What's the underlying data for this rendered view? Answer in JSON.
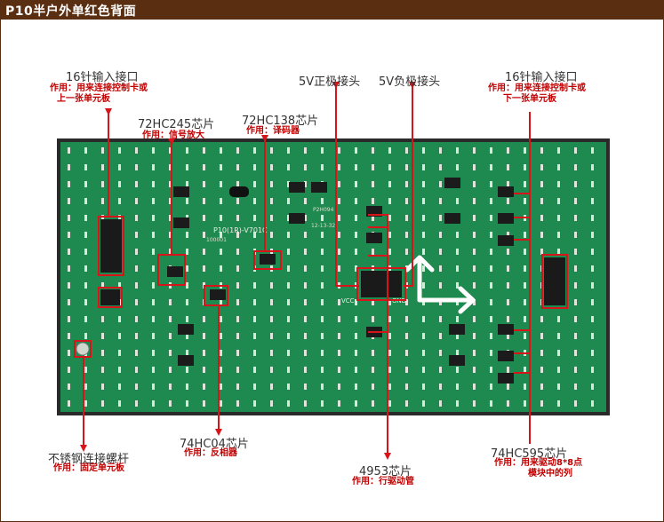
{
  "header": {
    "title": "P10半户外单红色背面"
  },
  "board": {
    "model": "P10(1R)-V701C",
    "code1": "P2H094",
    "code2": "12-13-32",
    "vcc": "VCC",
    "gnd": "GND",
    "lot": "100001"
  },
  "labels": {
    "in_left": {
      "name": "16针输入接口",
      "sub1": "作用：用来连接控制卡或",
      "sub2": "上一张单元板"
    },
    "chip245": {
      "name": "72HC245芯片",
      "sub1": "作用：信号放大"
    },
    "chip138": {
      "name": "72HC138芯片",
      "sub1": "作用：译码器"
    },
    "pos5v": {
      "name": "5V正极接头"
    },
    "neg5v": {
      "name": "5V负极接头"
    },
    "in_right": {
      "name": "16针输入接口",
      "sub1": "作用：用来连接控制卡或",
      "sub2": "下一张单元板"
    },
    "screw": {
      "name": "不锈钢连接螺杆",
      "sub1": "作用：固定单元板"
    },
    "chip04": {
      "name": "74HC04芯片",
      "sub1": "作用：反相器"
    },
    "chip4953": {
      "name": "4953芯片",
      "sub1": "作用：行驱动管"
    },
    "chip595": {
      "name": "74HC595芯片",
      "sub1": "作用：用来驱动8*8点",
      "sub2": "模块中的列"
    }
  },
  "colors": {
    "header": "#5a2e10",
    "board": "#1f8a4f",
    "pad": "#dfe5dc",
    "callout": "#d8141b",
    "text": "#333333",
    "subtext": "#c00000"
  }
}
